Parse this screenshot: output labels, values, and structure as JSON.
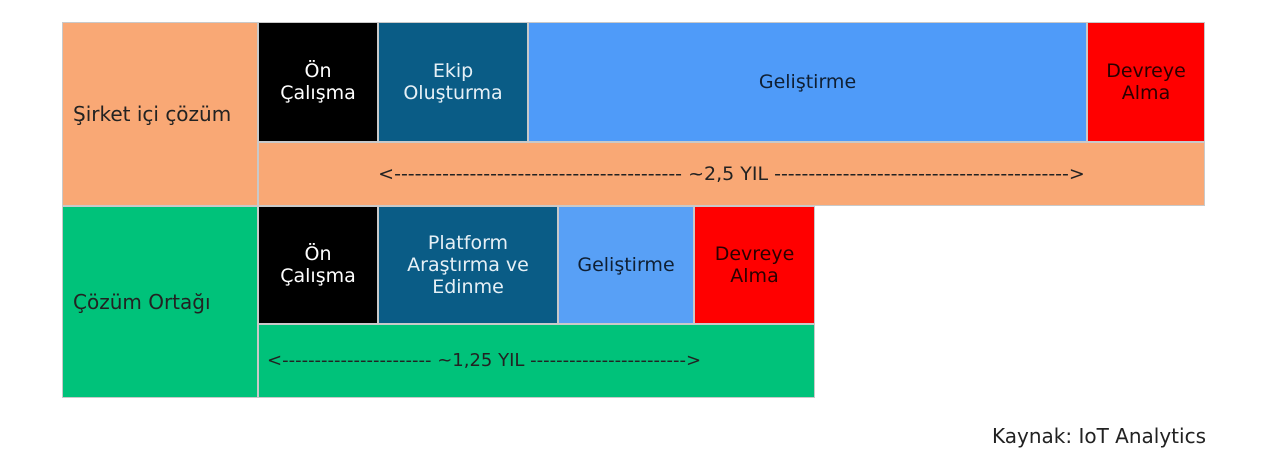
{
  "rows": [
    {
      "label": "Şirket içi çözüm",
      "phases": [
        {
          "label": "Ön\nÇalışma",
          "color": "#000000"
        },
        {
          "label": "Ekip\nOluşturma",
          "color": "#0A5C86"
        },
        {
          "label": "Geliştirme",
          "color": "#4F9BF9"
        },
        {
          "label": "Devreye\nAlma",
          "color": "#FF0000"
        }
      ],
      "duration": "<------------------------------------------  ~2,5 YIL  ------------------------------------------->"
    },
    {
      "label": "Çözüm Ortağı",
      "phases": [
        {
          "label": "Ön\nÇalışma",
          "color": "#000000"
        },
        {
          "label": "Platform\nAraştırma ve\nEdinme",
          "color": "#0A5C86"
        },
        {
          "label": "Geliştirme",
          "color": "#58A0F6"
        },
        {
          "label": "Devreye\nAlma",
          "color": "#FF0000"
        }
      ],
      "duration": "<-----------------------  ~1,25 YIL  ------------------------>"
    }
  ],
  "row_colors": {
    "row1": "#F9A875",
    "row2": "#00C27A"
  },
  "source": "Kaynak: IoT Analytics"
}
